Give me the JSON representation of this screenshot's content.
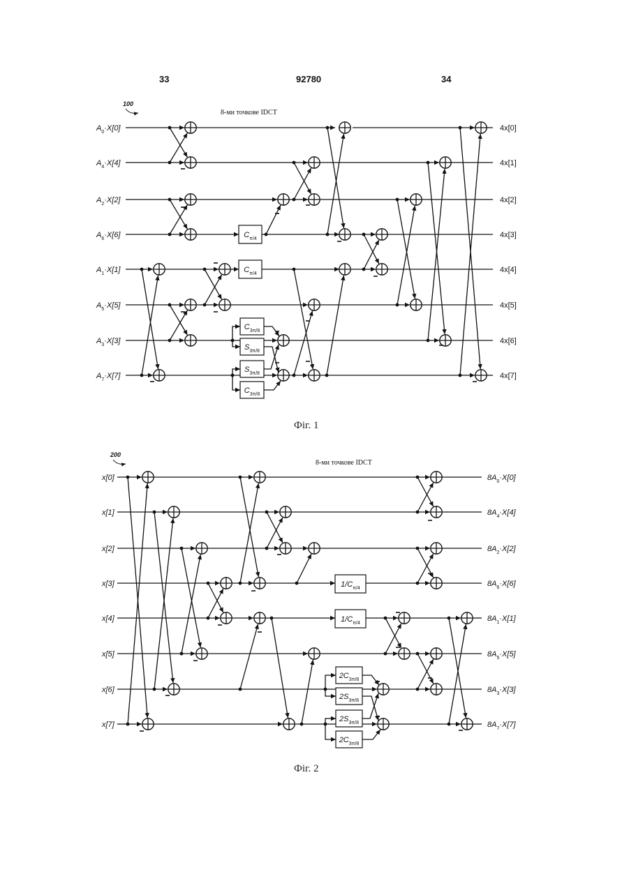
{
  "header": {
    "page_left": "33",
    "patent_number": "92780",
    "page_right": "34"
  },
  "fig1": {
    "ref_label": "100",
    "title": "8-ми точкове IDCT",
    "caption": "Фіг. 1",
    "inputs": [
      {
        "coef": "A",
        "sub": "0",
        "x": "X[0]"
      },
      {
        "coef": "A",
        "sub": "4",
        "x": "X[4]"
      },
      {
        "coef": "A",
        "sub": "2",
        "x": "X[2]"
      },
      {
        "coef": "A",
        "sub": "6",
        "x": "X[6]"
      },
      {
        "coef": "A",
        "sub": "1",
        "x": "X[1]"
      },
      {
        "coef": "A",
        "sub": "5",
        "x": "X[5]"
      },
      {
        "coef": "A",
        "sub": "3",
        "x": "X[3]"
      },
      {
        "coef": "A",
        "sub": "7",
        "x": "X[7]"
      }
    ],
    "outputs": [
      "4x[0]",
      "4x[1]",
      "4x[2]",
      "4x[3]",
      "4x[4]",
      "4x[5]",
      "4x[6]",
      "4x[7]"
    ],
    "blocks": [
      {
        "main": "C",
        "sub": "π/4"
      },
      {
        "main": "C",
        "sub": "π/4"
      },
      {
        "main": "C",
        "sub": "3π/8"
      },
      {
        "main": "S",
        "sub": "3π/8"
      },
      {
        "main": "S",
        "sub": "3π/8"
      },
      {
        "main": "C",
        "sub": "3π/8"
      }
    ]
  },
  "fig2": {
    "ref_label": "200",
    "title": "8-ми точкове IDCT",
    "caption": "Фіг. 2",
    "inputs": [
      "x[0]",
      "x[1]",
      "x[2]",
      "x[3]",
      "x[4]",
      "x[5]",
      "x[6]",
      "x[7]"
    ],
    "outputs": [
      {
        "pre": "8A",
        "sub": "0",
        "x": "X[0]"
      },
      {
        "pre": "8A",
        "sub": "4",
        "x": "X[4]"
      },
      {
        "pre": "8A",
        "sub": "2",
        "x": "X[2]"
      },
      {
        "pre": "8A",
        "sub": "6",
        "x": "X[6]"
      },
      {
        "pre": "8A",
        "sub": "1",
        "x": "X[1]"
      },
      {
        "pre": "8A",
        "sub": "5",
        "x": "X[5]"
      },
      {
        "pre": "8A",
        "sub": "3",
        "x": "X[3]"
      },
      {
        "pre": "8A",
        "sub": "7",
        "x": "X[7]"
      }
    ],
    "blocks": [
      {
        "main": "1/C",
        "sub": "π/4"
      },
      {
        "main": "1/C",
        "sub": "π/4"
      },
      {
        "main": "2C",
        "sub": "3π/8"
      },
      {
        "main": "2S",
        "sub": "3π/8"
      },
      {
        "main": "2S",
        "sub": "3π/8"
      },
      {
        "main": "2C",
        "sub": "3π/8"
      }
    ]
  }
}
